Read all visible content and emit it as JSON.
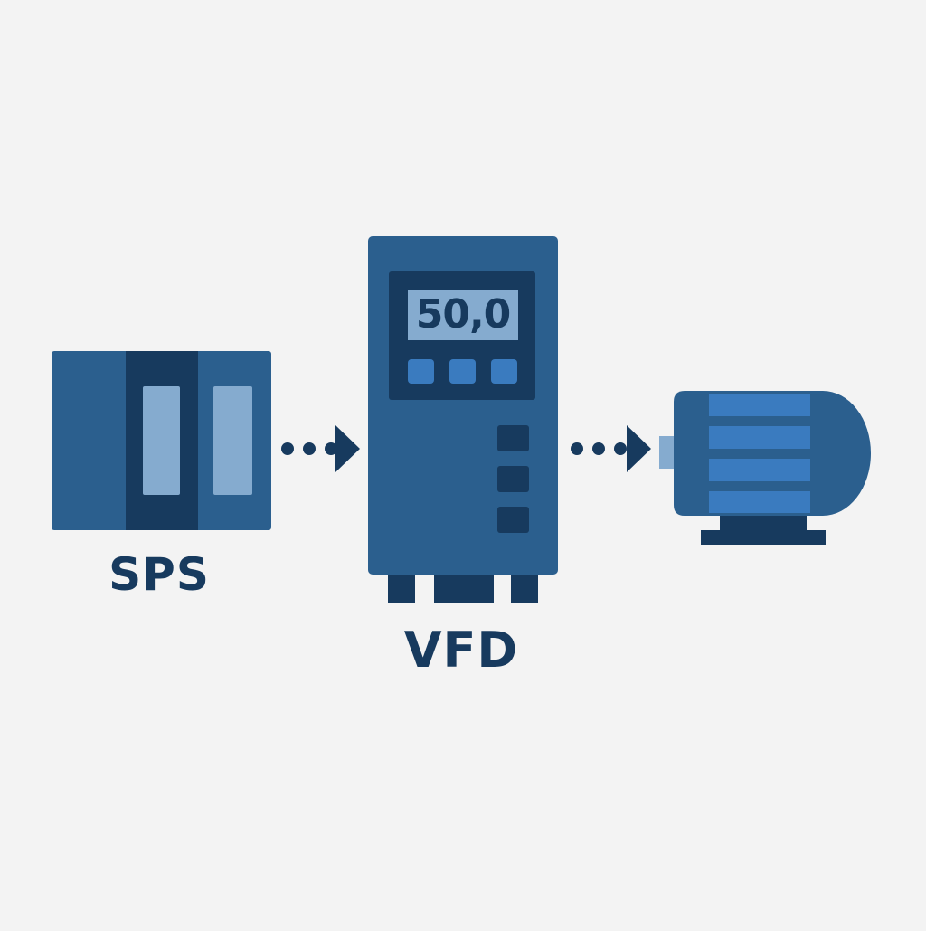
{
  "diagram": {
    "nodes": [
      {
        "id": "sps",
        "label": "SPS"
      },
      {
        "id": "vfd",
        "label": "VFD",
        "display_value": "50,0"
      },
      {
        "id": "motor",
        "label": ""
      }
    ],
    "edges": [
      {
        "from": "sps",
        "to": "vfd",
        "style": "dotted-arrow"
      },
      {
        "from": "vfd",
        "to": "motor",
        "style": "dotted-arrow"
      }
    ]
  },
  "colors": {
    "background": "#f3f3f3",
    "primary": "#2b5f8e",
    "dark": "#173a5e",
    "light": "#85abcf",
    "accent": "#3a7bbf"
  },
  "icons": {
    "sps": "plc-module-icon",
    "vfd": "frequency-drive-icon",
    "motor": "electric-motor-icon"
  }
}
